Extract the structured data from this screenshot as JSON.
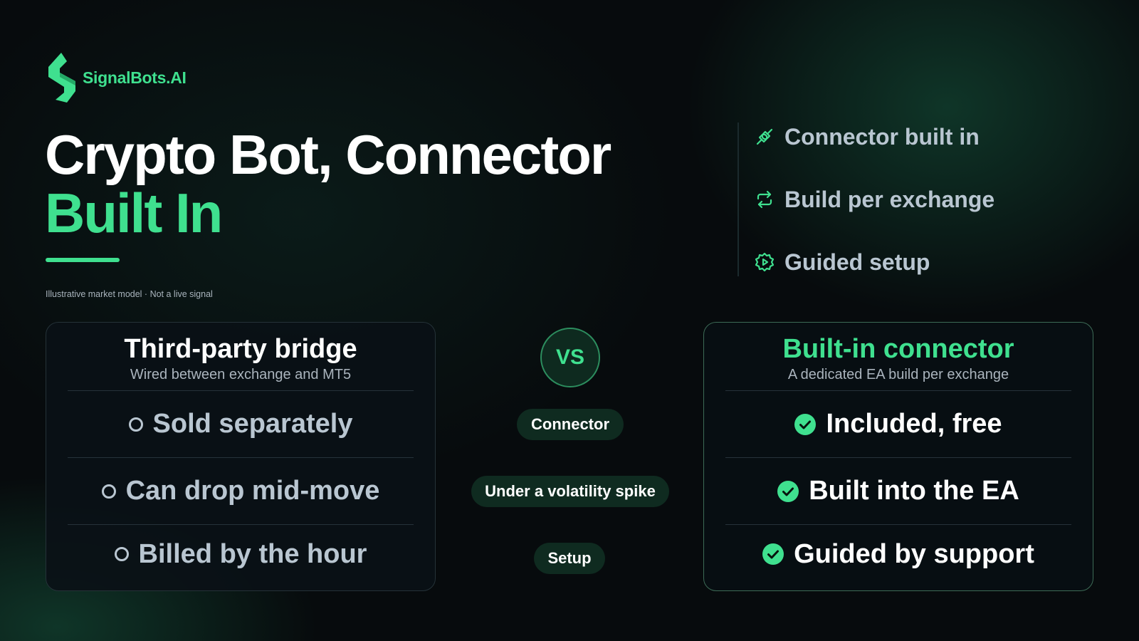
{
  "brand": {
    "name": "SignalBots.AI",
    "accent": "#3fe08f"
  },
  "headline": {
    "line1": "Crypto Bot, Connector",
    "line2": "Built In"
  },
  "disclaimer": "Illustrative market model · Not a live signal",
  "features": [
    {
      "icon": "plug-icon",
      "label": "Connector built in"
    },
    {
      "icon": "repeat-icon",
      "label": "Build per exchange"
    },
    {
      "icon": "gear-play-icon",
      "label": "Guided setup"
    }
  ],
  "left_card": {
    "title": "Third-party bridge",
    "subtitle": "Wired between exchange and MT5",
    "items": [
      "Sold separately",
      "Can drop mid-move",
      "Billed by the hour"
    ]
  },
  "right_card": {
    "title": "Built-in connector",
    "subtitle": "A dedicated EA build per exchange",
    "items": [
      "Included, free",
      "Built into the EA",
      "Guided by support"
    ]
  },
  "vs_label": "VS",
  "compare_labels": [
    "Connector",
    "Under a volatility spike",
    "Setup"
  ]
}
